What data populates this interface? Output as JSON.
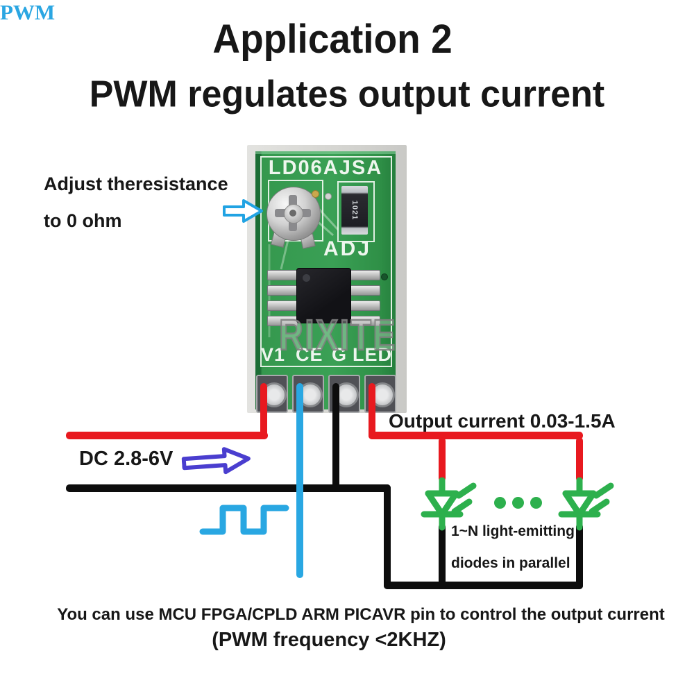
{
  "title": "Application 2",
  "subtitle": "PWM regulates output current",
  "module": {
    "name": "LD06AJSA",
    "adj_label": "ADJ",
    "resistor_code": "1021",
    "watermark": "RIXITE",
    "pins": [
      "V1",
      "CE",
      "G",
      "LED"
    ]
  },
  "annotations": {
    "adjust_resistance_line1": "Adjust theresistance",
    "adjust_resistance_line2": "to 0 ohm",
    "dc_input": "DC 2.8-6V",
    "pwm_label": "PWM",
    "output_current": "Output current 0.03-1.5A",
    "led_note_line1": "1~N light-emitting",
    "led_note_line2": "diodes in parallel",
    "footer_line1": "You can use MCU FPGA/CPLD ARM PICAVR pin to control the output current",
    "footer_line2": "(PWM frequency <2KHZ)"
  },
  "colors": {
    "wire_red": "#e8191f",
    "wire_black": "#0d0d0d",
    "wire_blue": "#29a7e2",
    "arrow_indigo": "#4a3ecf",
    "arrow_cyan": "#21a3e3",
    "led_green": "#2db04d",
    "pcb_green": "#35984e"
  }
}
